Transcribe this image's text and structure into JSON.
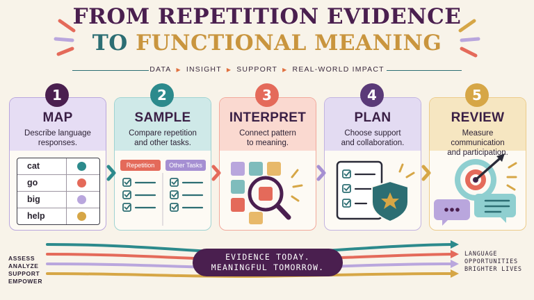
{
  "title": {
    "line1": "FROM REPETITION EVIDENCE",
    "line2_part1": "TO",
    "line2_part2": "FUNCTIONAL MEANING"
  },
  "subtitle": {
    "items": [
      "DATA",
      "INSIGHT",
      "SUPPORT",
      "REAL-WORLD IMPACT"
    ]
  },
  "steps": [
    {
      "num": "1",
      "name": "MAP",
      "desc": "Describe language\nresponses."
    },
    {
      "num": "2",
      "name": "SAMPLE",
      "desc": "Compare repetition\nand other tasks."
    },
    {
      "num": "3",
      "name": "INTERPRET",
      "desc": "Connect pattern\nto meaning."
    },
    {
      "num": "4",
      "name": "PLAN",
      "desc": "Choose support\nand collaboration."
    },
    {
      "num": "5",
      "name": "REVIEW",
      "desc": "Measure communication\nand participation."
    }
  ],
  "map_words": [
    "cat",
    "go",
    "big",
    "help"
  ],
  "sample_tags": {
    "left": "Repetition",
    "right": "Other Tasks"
  },
  "bottom": {
    "left_lines": [
      "ASSESS",
      "ANALYZE",
      "SUPPORT",
      "EMPOWER"
    ],
    "pill_line1": "EVIDENCE TODAY.",
    "pill_line2": "MEANINGFUL TOMORROW.",
    "right_lines": [
      "LANGUAGE",
      "OPPORTUNITIES",
      "BRIGHTER LIVES"
    ]
  },
  "colors": {
    "purple": "#b9a6dd",
    "teal": "#2c8a8c",
    "coral": "#e46a5a",
    "gold": "#d6a646",
    "dark": "#4a1f4f"
  }
}
